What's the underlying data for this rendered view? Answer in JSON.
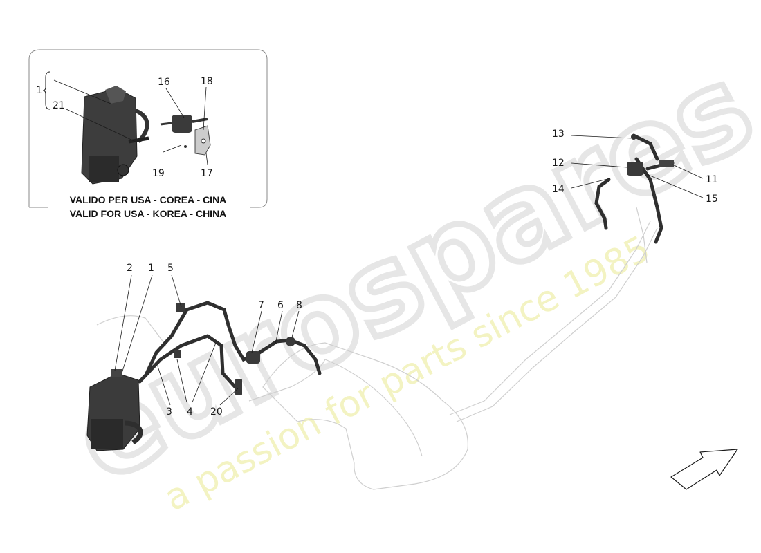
{
  "inset": {
    "caption_it": "VALIDO PER USA - COREA - CINA",
    "caption_en": "VALID FOR USA - KOREA - CHINA"
  },
  "watermark": {
    "brand": "eurospares",
    "tagline": "a passion for parts since 1985"
  },
  "callouts": {
    "inset_1": "1",
    "inset_21": "21",
    "inset_16": "16",
    "inset_18": "18",
    "inset_19": "19",
    "inset_17": "17",
    "n2": "2",
    "n1": "1",
    "n5": "5",
    "n7": "7",
    "n6": "6",
    "n8": "8",
    "n3": "3",
    "n4": "4",
    "n20": "20",
    "n13": "13",
    "n12": "12",
    "n14": "14",
    "n11": "11",
    "n15": "15"
  },
  "icons": {
    "direction": "arrow-icon"
  },
  "colors": {
    "line": "#1a1a1a",
    "ghost": "#d0d0d0",
    "part": "#3a3a3a",
    "watermark_gray": "#e6e6e6",
    "watermark_yellow": "#f3f3c2"
  }
}
